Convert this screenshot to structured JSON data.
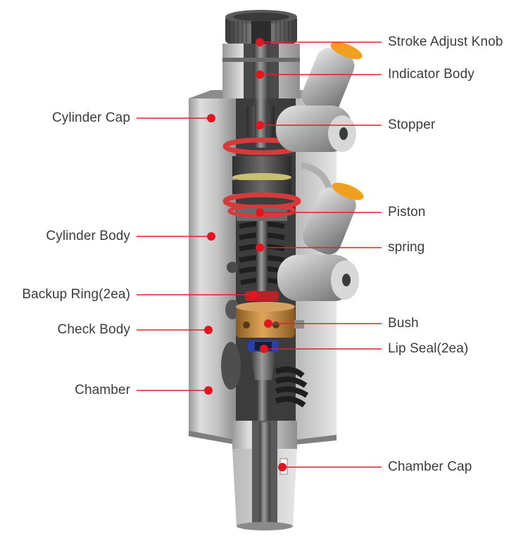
{
  "figure": {
    "labels_right": [
      "Stroke Adjust Knob",
      "Indicator Body",
      "Stopper",
      "Piston",
      "spring",
      "Bush",
      "Lip Seal(2ea)",
      "Chamber Cap"
    ],
    "labels_left": [
      "Cylinder Cap",
      "Cylinder Body",
      "Backup Ring(2ea)",
      "Check Body",
      "Chamber"
    ],
    "colors": {
      "leader_line": "#e0202a",
      "marker_dot": "#e3161f",
      "label_text": "#3c3c3c",
      "metal_light": "#c9c9c9",
      "metal_dark": "#5a5a5a",
      "seal_red": "#d63a3a",
      "bush_brass": "#c98a3a",
      "fitting_orange": "#f0a020",
      "lip_seal_blue": "#2a3fa8"
    }
  }
}
